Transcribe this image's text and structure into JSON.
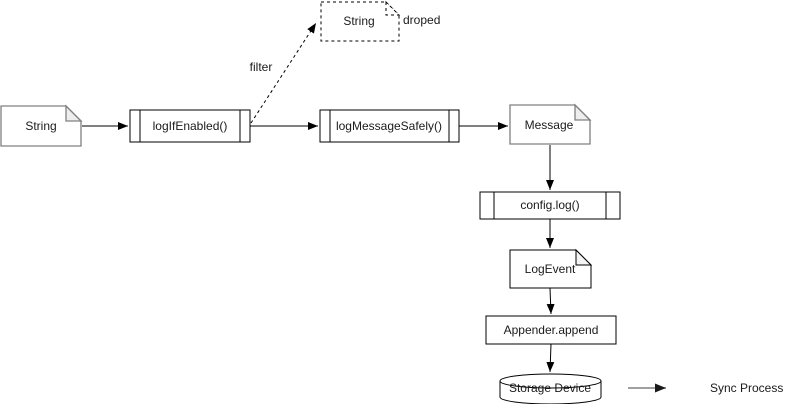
{
  "diagram": {
    "nodes": {
      "stringInput": "String",
      "logIfEnabled": "logIfEnabled()",
      "stringDropped": "String",
      "logMessageSafely": "logMessageSafely()",
      "message": "Message",
      "configLog": "config.log()",
      "logEvent": "LogEvent",
      "appenderAppend": "Appender.append",
      "storageDevice": "Storage Device"
    },
    "edgeLabels": {
      "filter": "filter",
      "droped": "droped"
    },
    "legend": {
      "syncProcess": "Sync Process"
    },
    "colors": {
      "background": "#ffffff",
      "shapeStroke": "#000000",
      "noteStroke": "#808080",
      "noteFoldFill": "#eeeeee",
      "legendArrow": "#808080",
      "text": "#1a1a1a"
    }
  }
}
